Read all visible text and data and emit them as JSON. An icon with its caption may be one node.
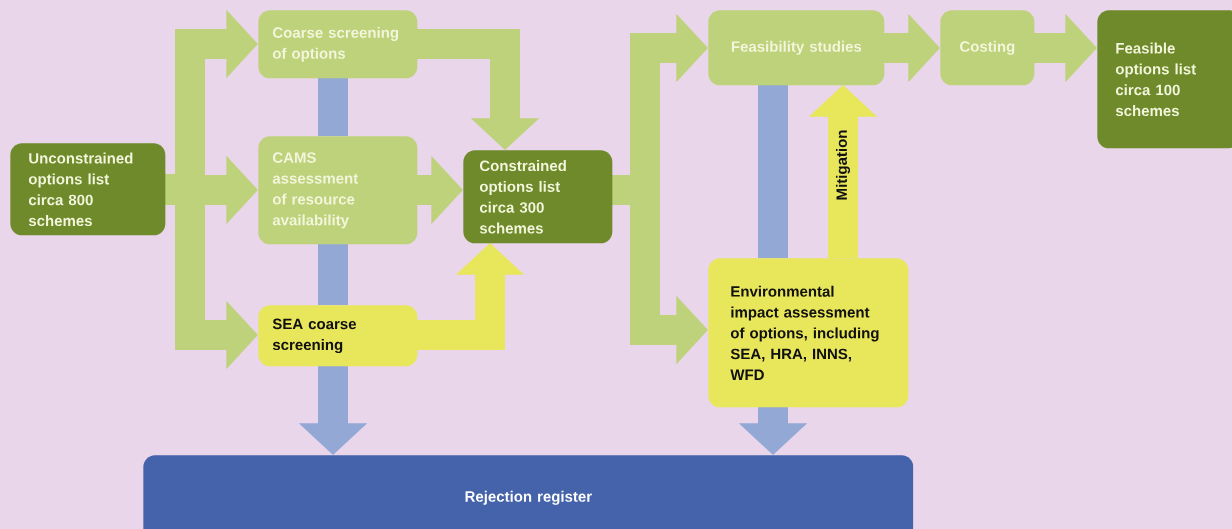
{
  "diagram": {
    "nodes": [
      {
        "text": [
          "Unconstrained options list circa 800 schemes"
        ]
      },
      {
        "text": [
          "Coarse screening of options"
        ]
      },
      {
        "text": [
          "CAMS assessment of resource availability"
        ]
      },
      {
        "text": [
          "SEA coarse screening"
        ]
      },
      {
        "text": [
          "Constrained options list circa 300 schemes"
        ]
      },
      {
        "text": [
          "Feasibility studies"
        ]
      },
      {
        "text": [
          "Costing"
        ]
      },
      {
        "text": [
          "Feasible options list circa 100 schemes"
        ]
      },
      {
        "text": [
          "Environmental impact assessment of options, including SEA, HRA, INNS, WFD"
        ]
      },
      {
        "text": [
          "Rejection register"
        ]
      }
    ],
    "edges": [
      {
        "from": 0,
        "to": 1,
        "arrow": "to"
      },
      {
        "from": 0,
        "to": 2,
        "arrow": "to"
      },
      {
        "from": 0,
        "to": 3,
        "arrow": "to"
      },
      {
        "from": 1,
        "to": 4,
        "arrow": "to"
      },
      {
        "from": 2,
        "to": 4,
        "arrow": "to"
      },
      {
        "from": 3,
        "to": 4,
        "arrow": "to",
        "color": "#e8e65a"
      },
      {
        "from": 4,
        "to": 5,
        "arrow": "to"
      },
      {
        "from": 4,
        "to": 8,
        "arrow": "to"
      },
      {
        "from": 5,
        "to": 6,
        "arrow": "to"
      },
      {
        "from": 6,
        "to": 7,
        "arrow": "to"
      },
      {
        "from": 8,
        "to": 5,
        "arrow": "to",
        "label": "Mitigation",
        "color": "#e8e65a"
      },
      {
        "from": 1,
        "to": 2,
        "arrow": "none",
        "color": "#94a8d6"
      },
      {
        "from": 2,
        "to": 3,
        "arrow": "none",
        "color": "#94a8d6"
      },
      {
        "from": 3,
        "to": 9,
        "arrow": "to",
        "color": "#94a8d6"
      },
      {
        "from": 5,
        "to": 8,
        "arrow": "none",
        "color": "#94a8d6"
      },
      {
        "from": 8,
        "to": 9,
        "arrow": "to",
        "color": "#94a8d6"
      }
    ]
  }
}
